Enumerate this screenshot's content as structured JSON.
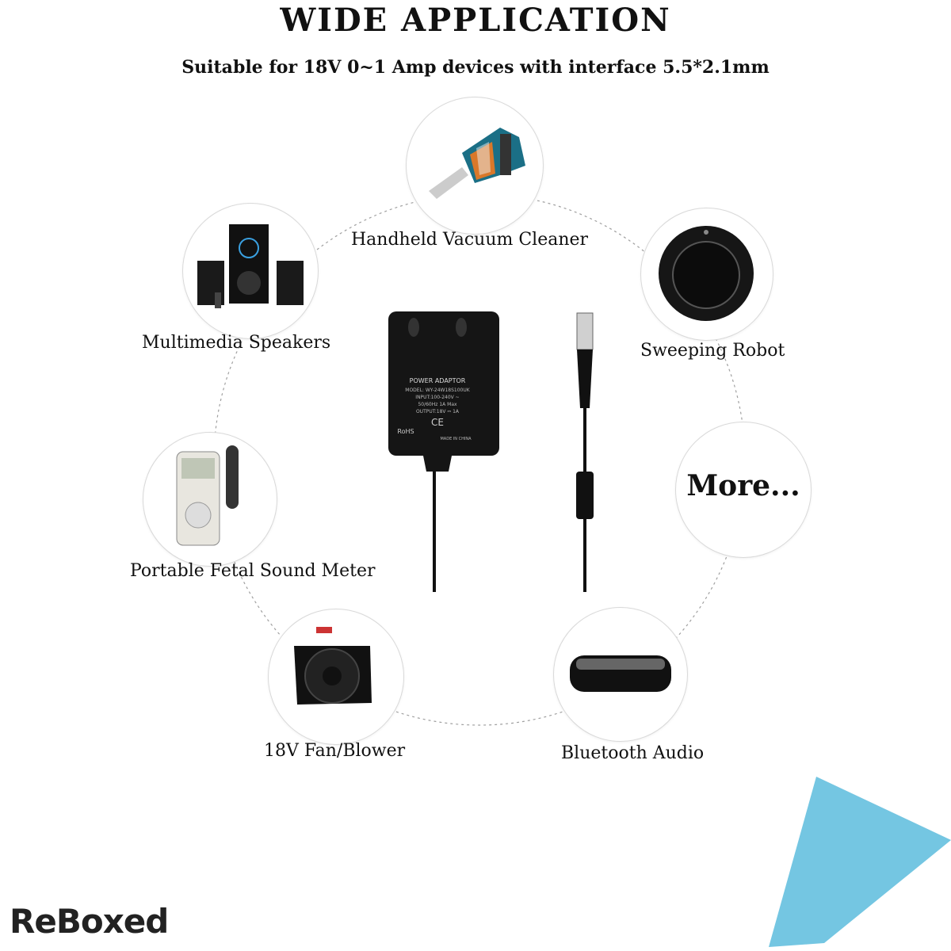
{
  "header": {
    "title": "WIDE APPLICATION",
    "subtitle": "Suitable for 18V 0~1 Amp devices with interface 5.5*2.1mm"
  },
  "applications": [
    {
      "label": "Handheld Vacuum Cleaner",
      "icon": "handheld-vacuum-icon"
    },
    {
      "label": "Multimedia Speakers",
      "icon": "speakers-icon"
    },
    {
      "label": "Sweeping Robot",
      "icon": "robot-vacuum-icon"
    },
    {
      "label": "Portable Fetal Sound Meter",
      "icon": "fetal-doppler-icon"
    },
    {
      "label": "18V Fan/Blower",
      "icon": "blower-fan-icon"
    },
    {
      "label": "Bluetooth Audio",
      "icon": "bluetooth-speaker-icon"
    }
  ],
  "more": {
    "label": "More..."
  },
  "adapter": {
    "title": "POWER ADAPTOR",
    "model": "MODEL: WY-24W18S100UK",
    "input": "INPUT:100-240V ~",
    "freq": "50/60Hz 1A Max",
    "output": "OUTPUT:18V ⎓ 1A",
    "rohs": "RoHS",
    "ce": "CE",
    "made": "MADE IN CHINA"
  },
  "brand": {
    "logo": "ReBoxed"
  },
  "colors": {
    "peel": "#74c6e2",
    "text": "#111111",
    "ring": "#9a9a9a"
  }
}
